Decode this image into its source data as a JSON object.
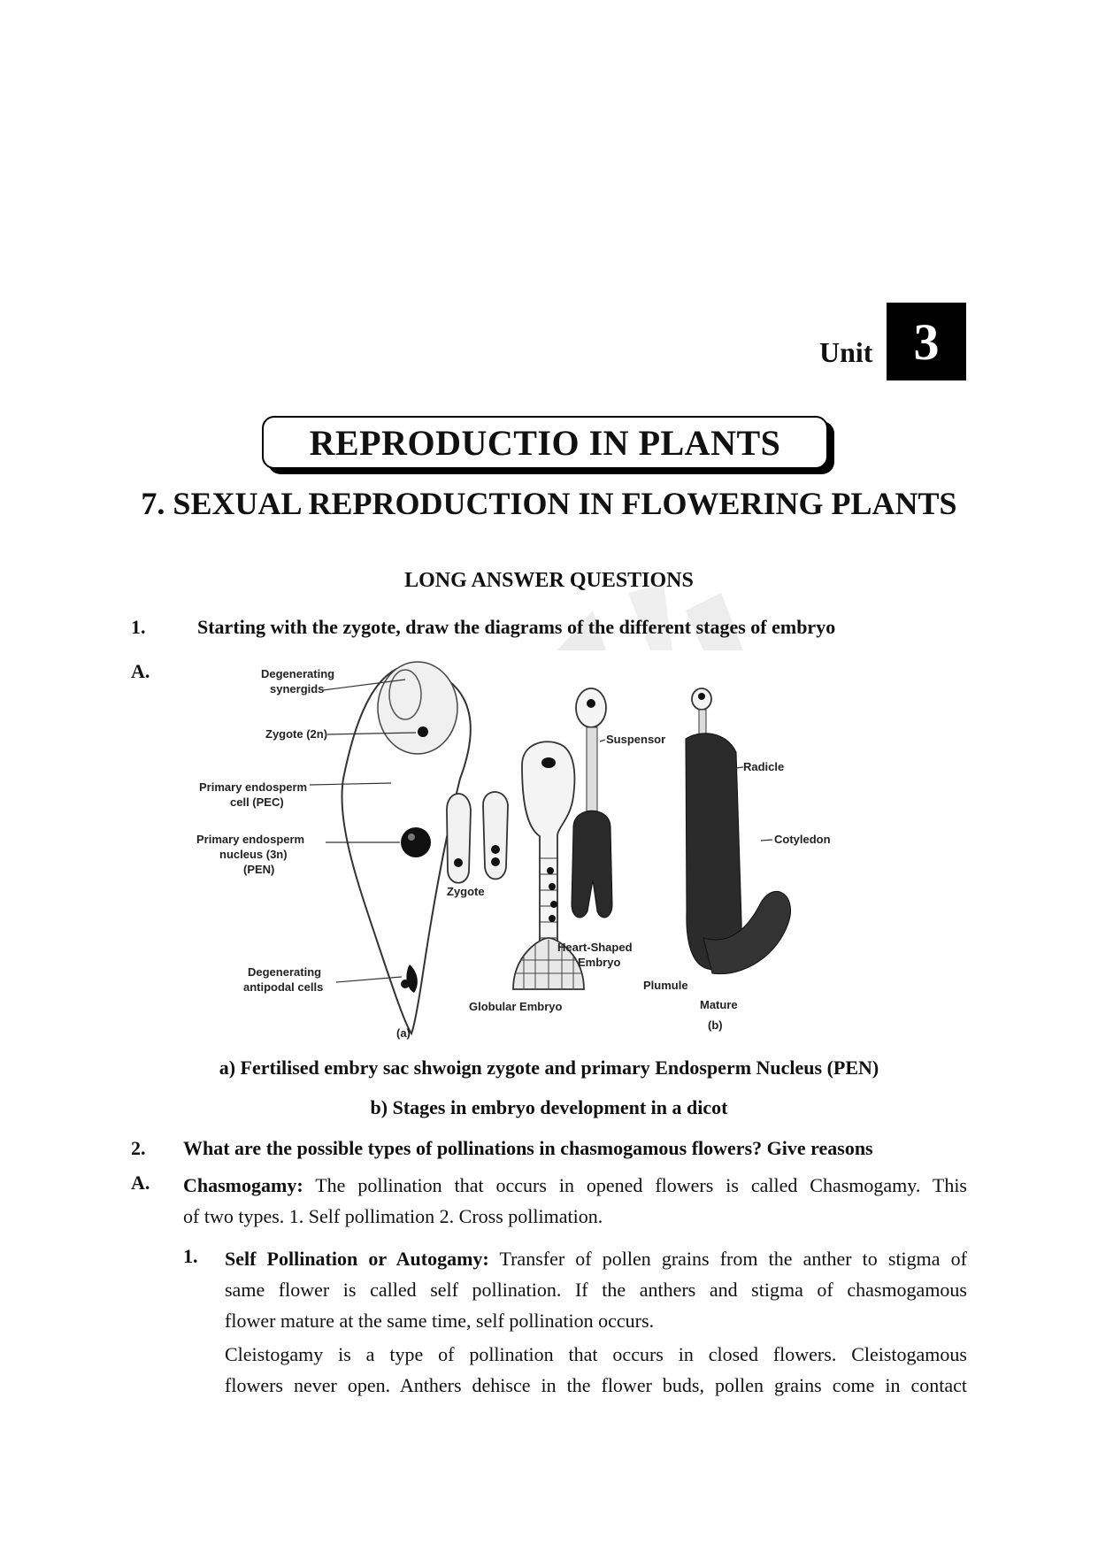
{
  "unit": {
    "label": "Unit",
    "number": "3"
  },
  "title": "REPRODUCTIO IN PLANTS",
  "chapter": "7. SEXUAL REPRODUCTION IN FLOWERING PLANTS",
  "section": "LONG ANSWER QUESTIONS",
  "q1": {
    "num": "1.",
    "text": "Starting with the zygote, draw the diagrams of the different stages of embryo"
  },
  "a1_label": "A.",
  "figure": {
    "labels": {
      "degenerating_synergids_1": "Degenerating",
      "degenerating_synergids_2": "synergids",
      "zygote_2n": "Zygote (2n)",
      "pec_1": "Primary endosperm",
      "pec_2": "cell (PEC)",
      "pen_1": "Primary endosperm",
      "pen_2": "nucleus (3n)",
      "pen_3": "(PEN)",
      "antipodal_1": "Degenerating",
      "antipodal_2": "antipodal cells",
      "panel_a": "(a)",
      "zygote": "Zygote",
      "globular": "Globular Embryo",
      "suspensor": "Suspensor",
      "heart_1": "Heart-Shaped",
      "heart_2": "Embryo",
      "radicle": "Radicle",
      "cotyledon": "Cotyledon",
      "plumule": "Plumule",
      "mature": "Mature",
      "panel_b": "(b)"
    }
  },
  "caption_a": "a) Fertilised embry sac shwoign zygote and primary Endosperm Nucleus (PEN)",
  "caption_b": "b) Stages in embryo development in a dicot",
  "q2": {
    "num": "2.",
    "text": "What are the possible types of pollinations in chasmogamous flowers? Give reasons"
  },
  "a2_label": "A.",
  "chasmogamy": {
    "term": "Chasmogamy:",
    "line1": "The pollination that occurs in opened flowers is called Chasmogamy. This",
    "line2": "of two types. 1. Self pollimation 2. Cross pollimation."
  },
  "self_pollination": {
    "num": "1.",
    "term": "Self Pollination or Autogamy:",
    "line1": "Transfer of pollen grains from the anther to stigma of",
    "line2": "same flower is called self pollination. If the anthers and stigma of chasmogamous",
    "line3": "flower mature at the same time, self pollination occurs."
  },
  "cleistogamy": {
    "line1": "Cleistogamy is a type of pollination that occurs in closed flowers. Cleistogamous",
    "line2": "flowers never open. Anthers dehisce in the flower buds, pollen grains come in  contact"
  }
}
